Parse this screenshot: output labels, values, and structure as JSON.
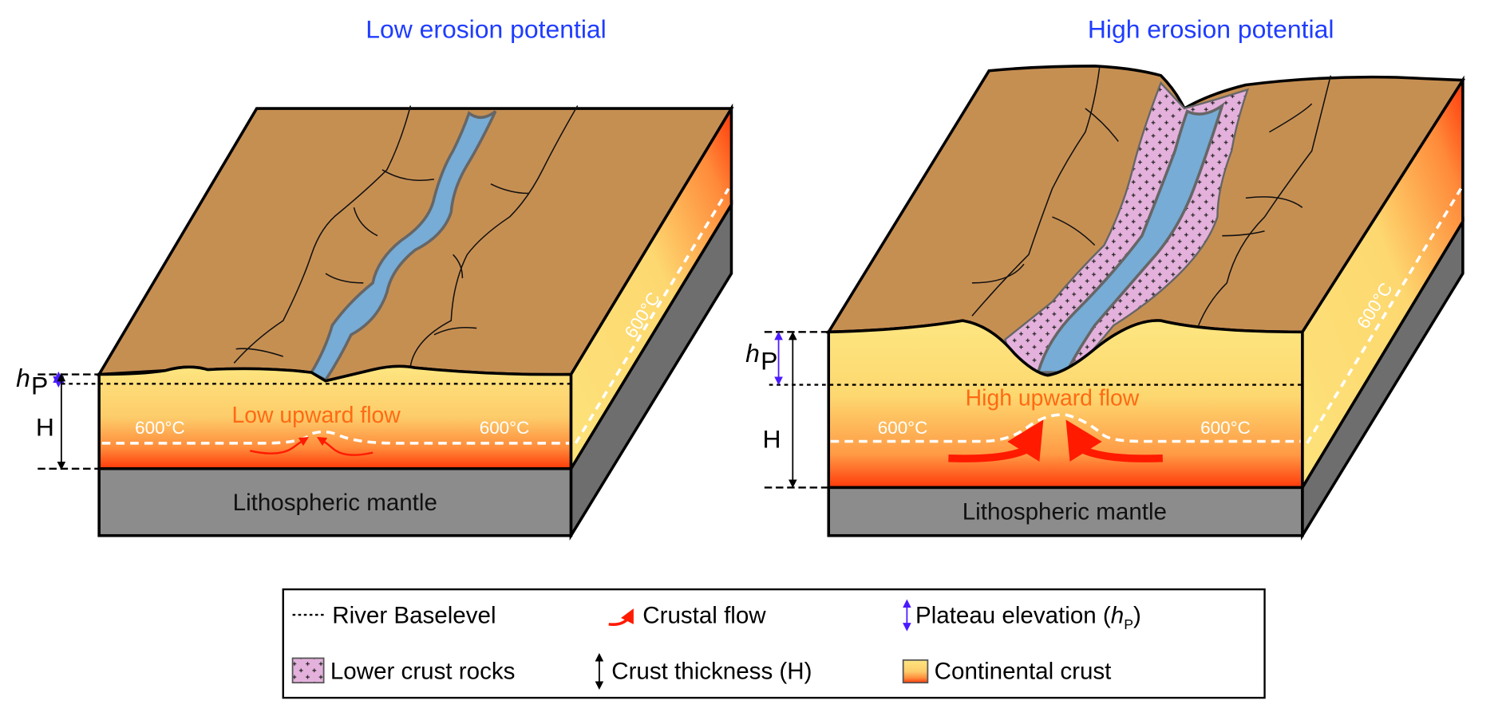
{
  "panels": [
    {
      "title": "Low erosion potential",
      "flow_label": "Low upward flow",
      "temp_left": "600°C",
      "temp_right": "600°C",
      "temp_side": "600°C",
      "mantle_label": "Lithospheric mantle",
      "hp_label": "h",
      "hp_sub": "P",
      "H_label": "H"
    },
    {
      "title": "High erosion potential",
      "flow_label": "High upward flow",
      "temp_left": "600°C",
      "temp_right": "600°C",
      "temp_side": "600°C",
      "mantle_label": "Lithospheric mantle",
      "hp_label": "h",
      "hp_sub": "P",
      "H_label": "H"
    }
  ],
  "legend": {
    "items": [
      {
        "label": "River Baselevel",
        "icon": "dotted-line-icon"
      },
      {
        "label": "Crustal flow",
        "icon": "red-arrow-icon"
      },
      {
        "label": "Plateau elevation (",
        "sym": "h",
        "sub": "P",
        "close": ")",
        "icon": "purple-double-arrow-icon"
      },
      {
        "label": "Lower crust rocks",
        "icon": "pink-crosses-swatch-icon"
      },
      {
        "label": "Crust thickness (H)",
        "icon": "black-double-arrow-icon"
      },
      {
        "label": "Continental crust",
        "icon": "gradient-swatch-icon"
      }
    ]
  },
  "colors": {
    "surface": "#c68f52",
    "river": "#76acd6",
    "lower_crust": "#e4b1dc",
    "mantle": "#8c8c8c",
    "crust_top": "#fde680",
    "crust_bottom": "#ff4a10",
    "title": "#1f3cff",
    "flow_text": "#ff6a13"
  }
}
